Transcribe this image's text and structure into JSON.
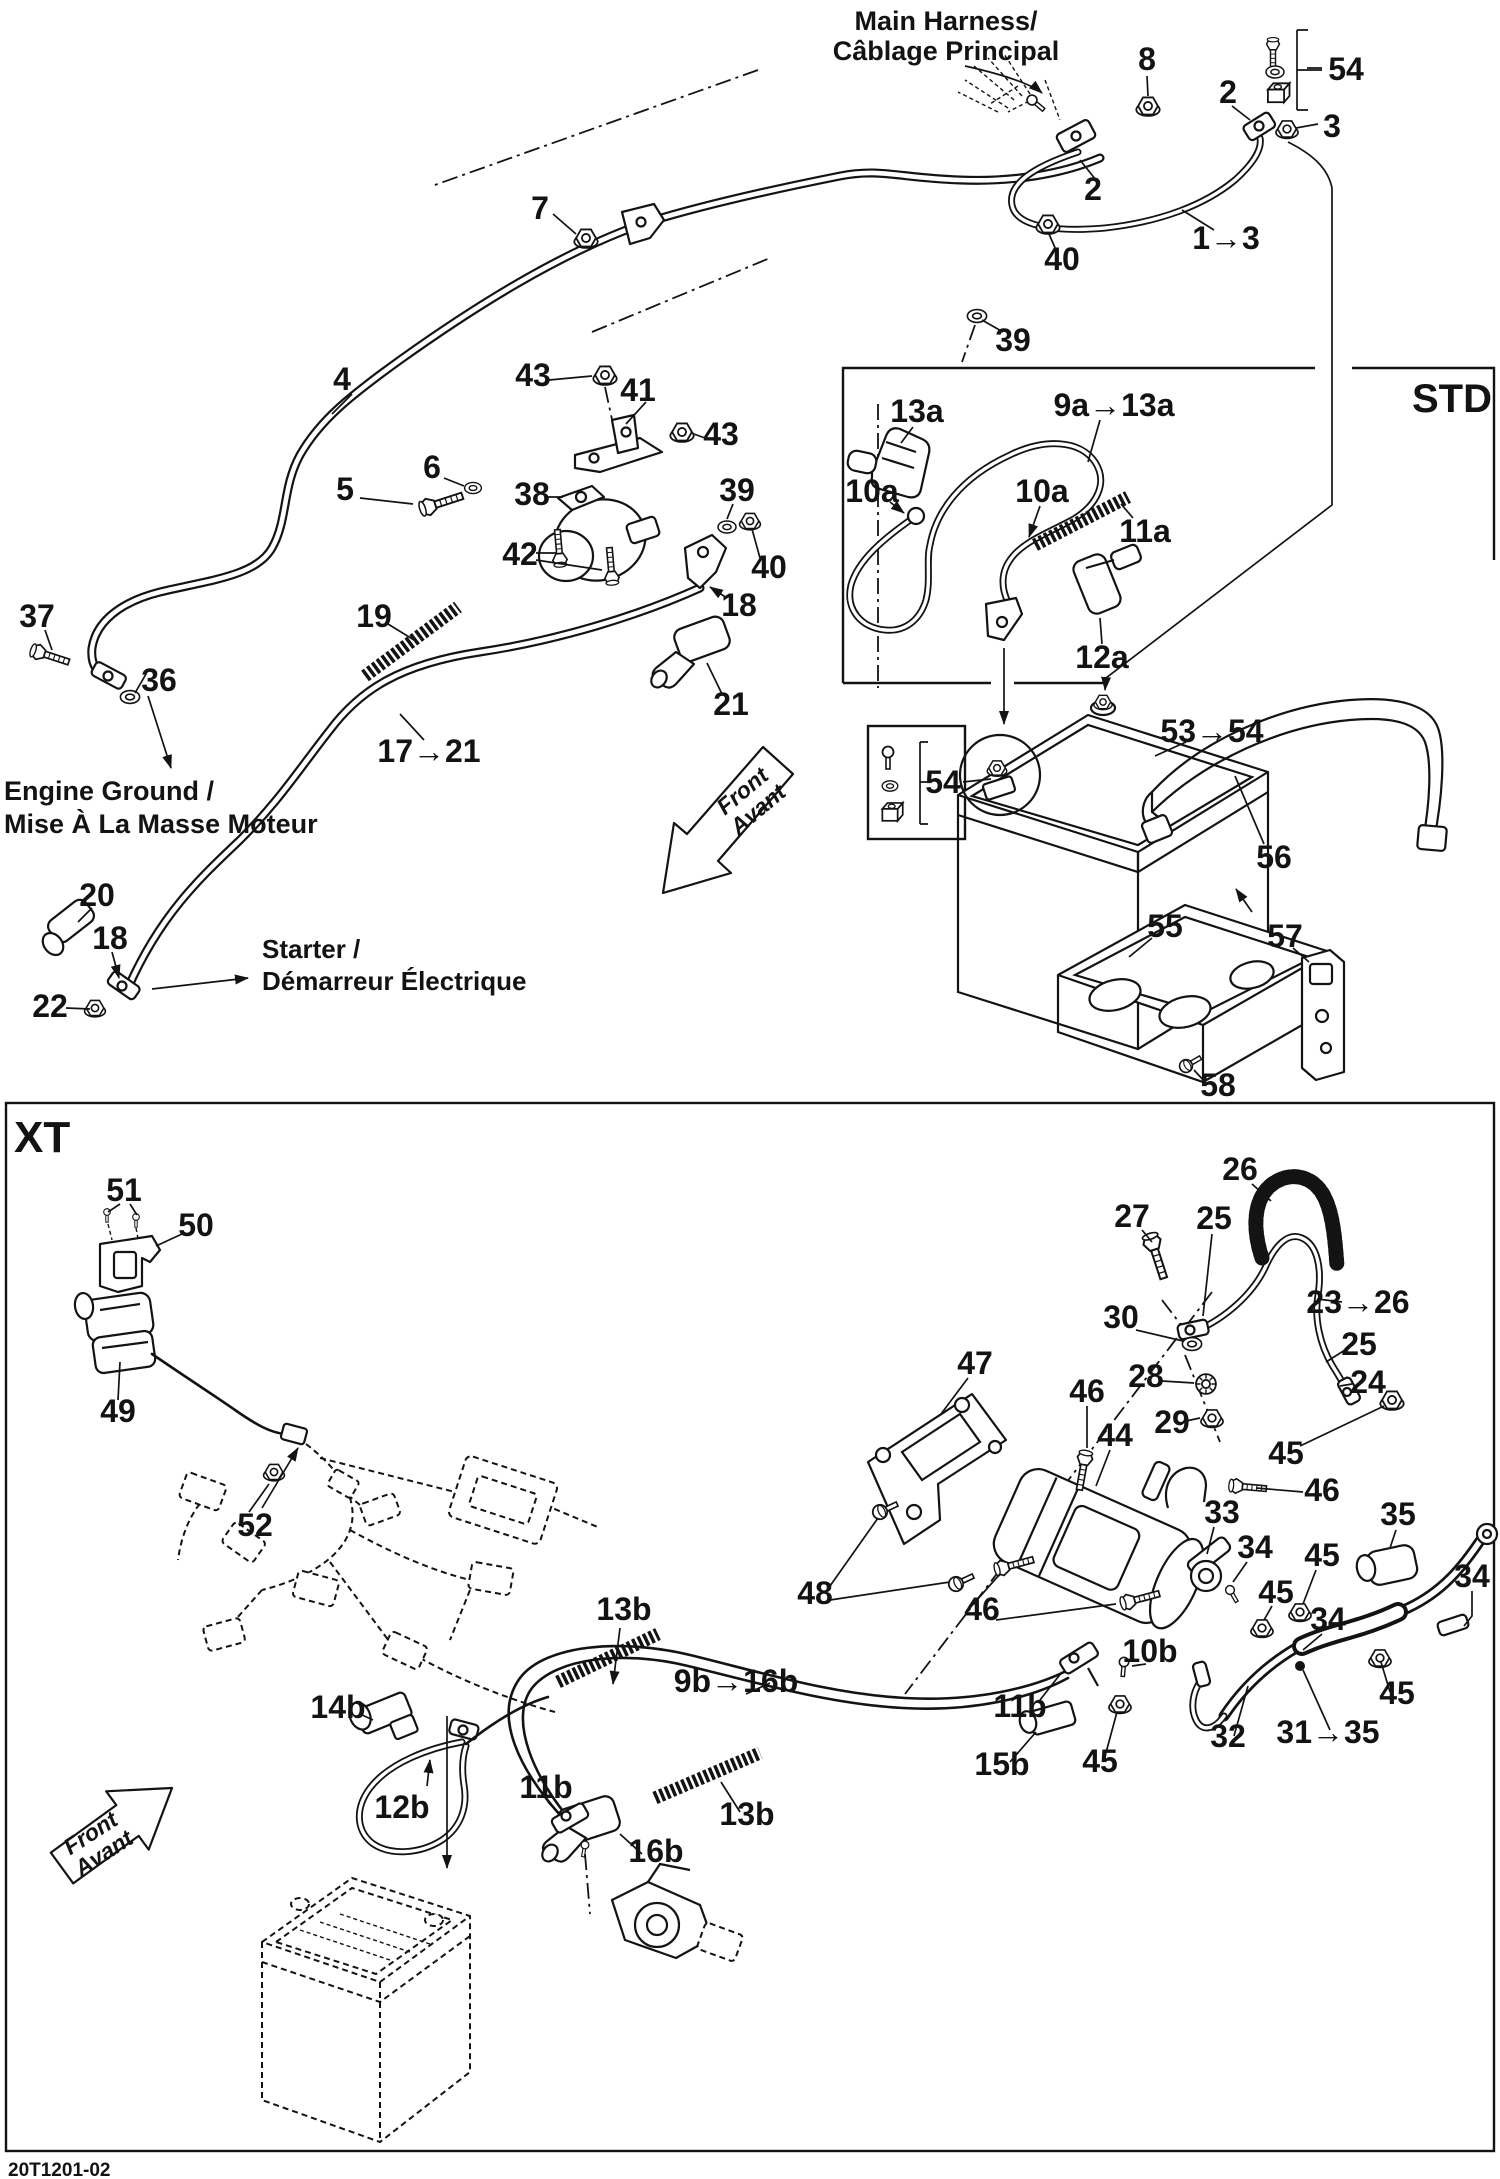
{
  "document": {
    "type": "exploded-parts-diagram",
    "subject": "Electrical system / battery and starter cables",
    "drawing_code": "20T1201-02",
    "variants": [
      "STD",
      "XT"
    ],
    "colors": {
      "ink": "#131313",
      "background": "#ffffff"
    }
  },
  "texts": {
    "main_harness_l1": "Main Harness/",
    "main_harness_l2": "Câblage Principal",
    "engine_ground_l1": "Engine Ground /",
    "engine_ground_l2": "Mise À La Masse Moteur",
    "starter_l1": "Starter /",
    "starter_l2": "Démarreur Électrique",
    "front_en": "Front",
    "front_fr": "Avant",
    "std": "STD",
    "xt": "XT",
    "drawing_code": "20T1201-02"
  },
  "callouts": {
    "n1_3": "1→3",
    "n2": "2",
    "n3": "3",
    "n4": "4",
    "n5": "5",
    "n6": "6",
    "n7": "7",
    "n8": "8",
    "n9a_13a": "9a→13a",
    "n10a": "10a",
    "n11a": "11a",
    "n12a": "12a",
    "n13a": "13a",
    "n17_21": "17→21",
    "n18": "18",
    "n19": "19",
    "n20": "20",
    "n21": "21",
    "n22": "22",
    "n23_26": "23→26",
    "n24": "24",
    "n25": "25",
    "n26": "26",
    "n27": "27",
    "n28": "28",
    "n29": "29",
    "n30": "30",
    "n31_35": "31→35",
    "n32": "32",
    "n33": "33",
    "n34": "34",
    "n35": "35",
    "n36": "36",
    "n37": "37",
    "n38": "38",
    "n39": "39",
    "n40": "40",
    "n41": "41",
    "n42": "42",
    "n43": "43",
    "n44": "44",
    "n45": "45",
    "n46": "46",
    "n47": "47",
    "n48": "48",
    "n49": "49",
    "n50": "50",
    "n51": "51",
    "n52": "52",
    "n53_54": "53→54",
    "n54": "54",
    "n55": "55",
    "n56": "56",
    "n57": "57",
    "n58": "58",
    "n9b_16b": "9b→16b",
    "n10b": "10b",
    "n11b": "11b",
    "n12b": "12b",
    "n13b": "13b",
    "n14b": "14b",
    "n15b": "15b",
    "n16b": "16b"
  }
}
